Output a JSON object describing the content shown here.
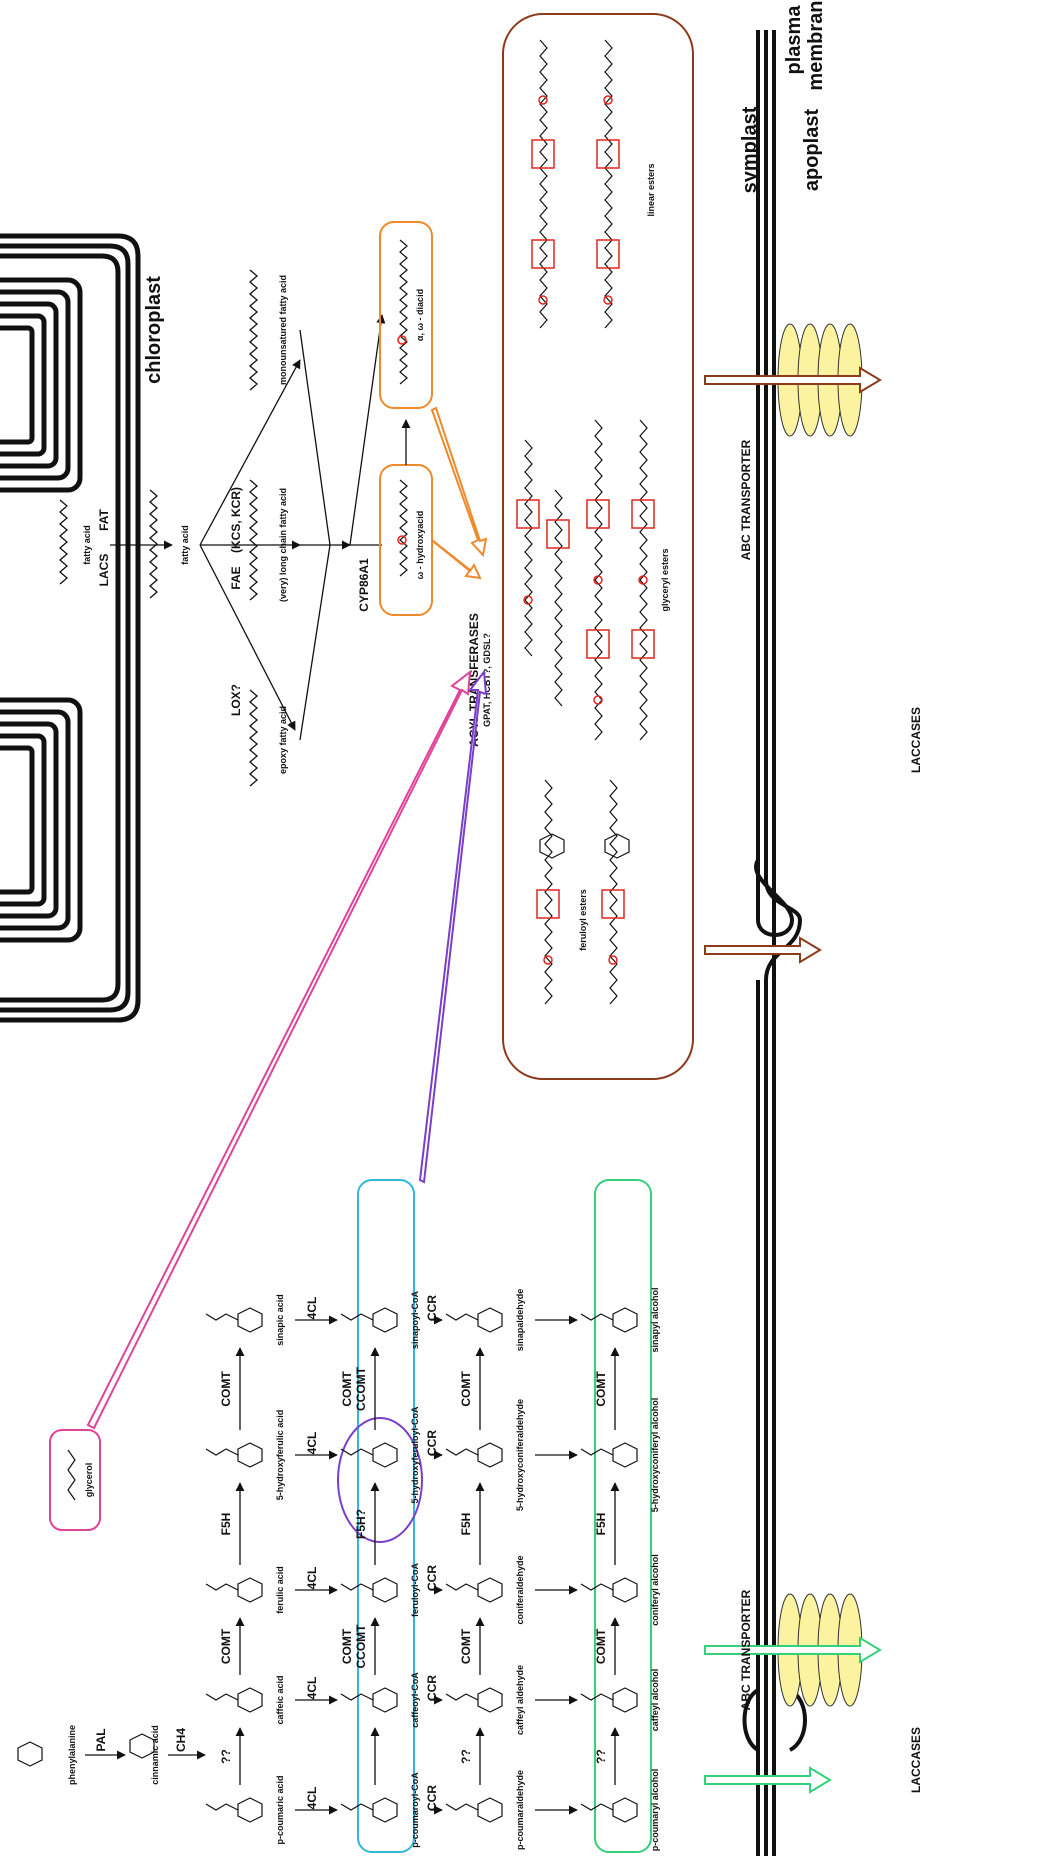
{
  "compartments": {
    "chloroplast": "chloroplast",
    "symplast": "symplast",
    "apoplast": "apoplast",
    "plasma_membrane": "plasma\nmembrane"
  },
  "enzymes": {
    "lacs": "LACS",
    "fat": "FAT",
    "fae": "FAE",
    "kcs_kcr": "(KCS, KCR)",
    "lox": "LOX?",
    "cyp86a1": "CYP86A1",
    "acyl_transferases": "ACYL TRANSFERASES",
    "acyl_transferases_sub": "GPAT, HCBT?, GDSL?",
    "abc_transporter": "ABC TRANSPORTER",
    "laccases": "LACCASES",
    "pal": "PAL",
    "ch4": "CH4",
    "fourcl": "4CL",
    "comt": "COMT",
    "ccomt": "CCOMT",
    "f5h": "F5H",
    "f5h_q": "F5H?",
    "ccr": "CCR",
    "unknown": "??"
  },
  "compounds": {
    "fatty_acid": "fatty acid",
    "epoxy_fatty_acid": "epoxy fatty acid",
    "very_long_chain": "(very) long chain fatty acid",
    "monounsaturated": "monounsatured fatty acid",
    "omega_hydroxyacid": "ω - hydroxyacid",
    "alpha_omega_diacid": "α, ω - diacid",
    "linear_esters": "linear esters",
    "glyceryl_esters": "glyceryl esters",
    "feruloyl_esters": "feruloyl esters",
    "glycerol": "glycerol",
    "phenylalanine": "phenylalanine",
    "cinnamic_acid": "cinnamic acid",
    "acids": [
      "p-coumaric acid",
      "caffeic acid",
      "ferulic acid",
      "5-hydroxyferulic acid",
      "sinapic acid"
    ],
    "coas": [
      "p-coumaroyl-CoA",
      "caffeoyl-CoA",
      "feruloyl-CoA",
      "5-hydroxyferuloyl-CoA",
      "sinapoyl-CoA"
    ],
    "aldehydes": [
      "p-coumaraldehyde",
      "caffeyl aldehyde",
      "coniferaldehyde",
      "5-hydroxyconiferaldehyde",
      "sinapaldehyde"
    ],
    "alcohols": [
      "p-coumaryl alcohol",
      "caffeyl alcohol",
      "coniferyl alcohol",
      "5-hydroxyconiferyl alcohol",
      "sinapyl alcohol"
    ]
  },
  "colors": {
    "orange": "#ee8a2c",
    "brown": "#8b3a1a",
    "pink": "#e0449a",
    "purple": "#7a3fc9",
    "cyan": "#31b6dc",
    "green": "#35d07a",
    "red": "#e0261f",
    "membrane_yellow": "#fbf3a0"
  }
}
